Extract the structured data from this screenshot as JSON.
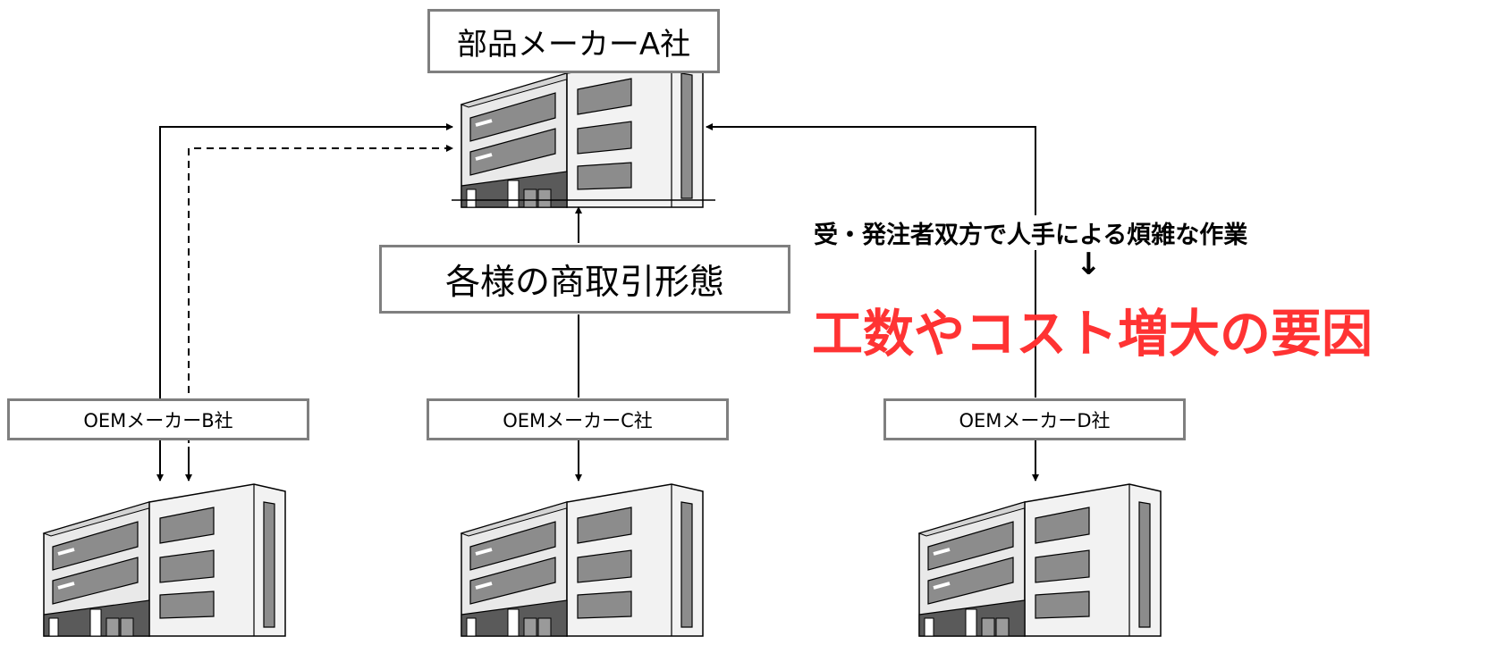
{
  "supplier": {
    "label": "部品メーカーA社"
  },
  "center_label": "各様の商取引形態",
  "oem": [
    {
      "label": "OEMメーカーB社"
    },
    {
      "label": "OEMメーカーC社"
    },
    {
      "label": "OEMメーカーD社"
    }
  ],
  "note": {
    "line1": "受・発注者双方で人手による煩雑な作業",
    "arrow": "↓",
    "conclusion": "工数やコスト増大の要因"
  },
  "colors": {
    "box_border": "#7f7f7f",
    "conclusion_text": "#ff3333",
    "building_wall": "#e6e6e6",
    "building_window": "#8c8c8c"
  },
  "icons": [
    "building-icon"
  ]
}
